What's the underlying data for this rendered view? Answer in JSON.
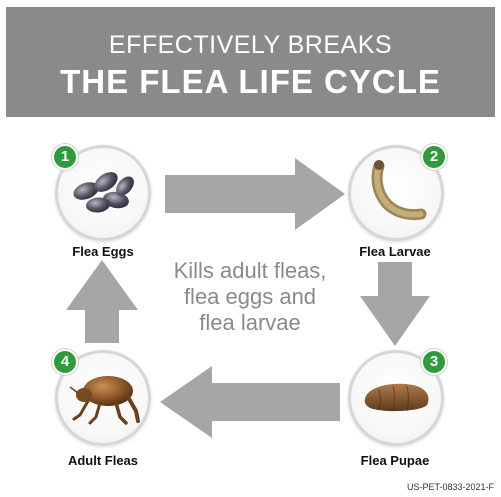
{
  "header": {
    "line1": "EFFECTIVELY BREAKS",
    "line2": "THE FLEA LIFE CYCLE"
  },
  "stages": [
    {
      "number": "1",
      "label": "Flea Eggs",
      "icon": "flea-eggs-icon"
    },
    {
      "number": "2",
      "label": "Flea Larvae",
      "icon": "flea-larva-icon"
    },
    {
      "number": "3",
      "label": "Flea Pupae",
      "icon": "flea-pupa-icon"
    },
    {
      "number": "4",
      "label": "Adult Fleas",
      "icon": "adult-flea-icon"
    }
  ],
  "center_message": {
    "line1": "Kills adult fleas,",
    "line2": "flea eggs and",
    "line3": "flea larvae"
  },
  "footer": {
    "code": "US-PET-0833-2021-F"
  },
  "colors": {
    "banner": "#8a8a8a",
    "badge": "#2e9c3a",
    "arrow": "#a6a6a6",
    "center_text": "#8a8a8a"
  }
}
